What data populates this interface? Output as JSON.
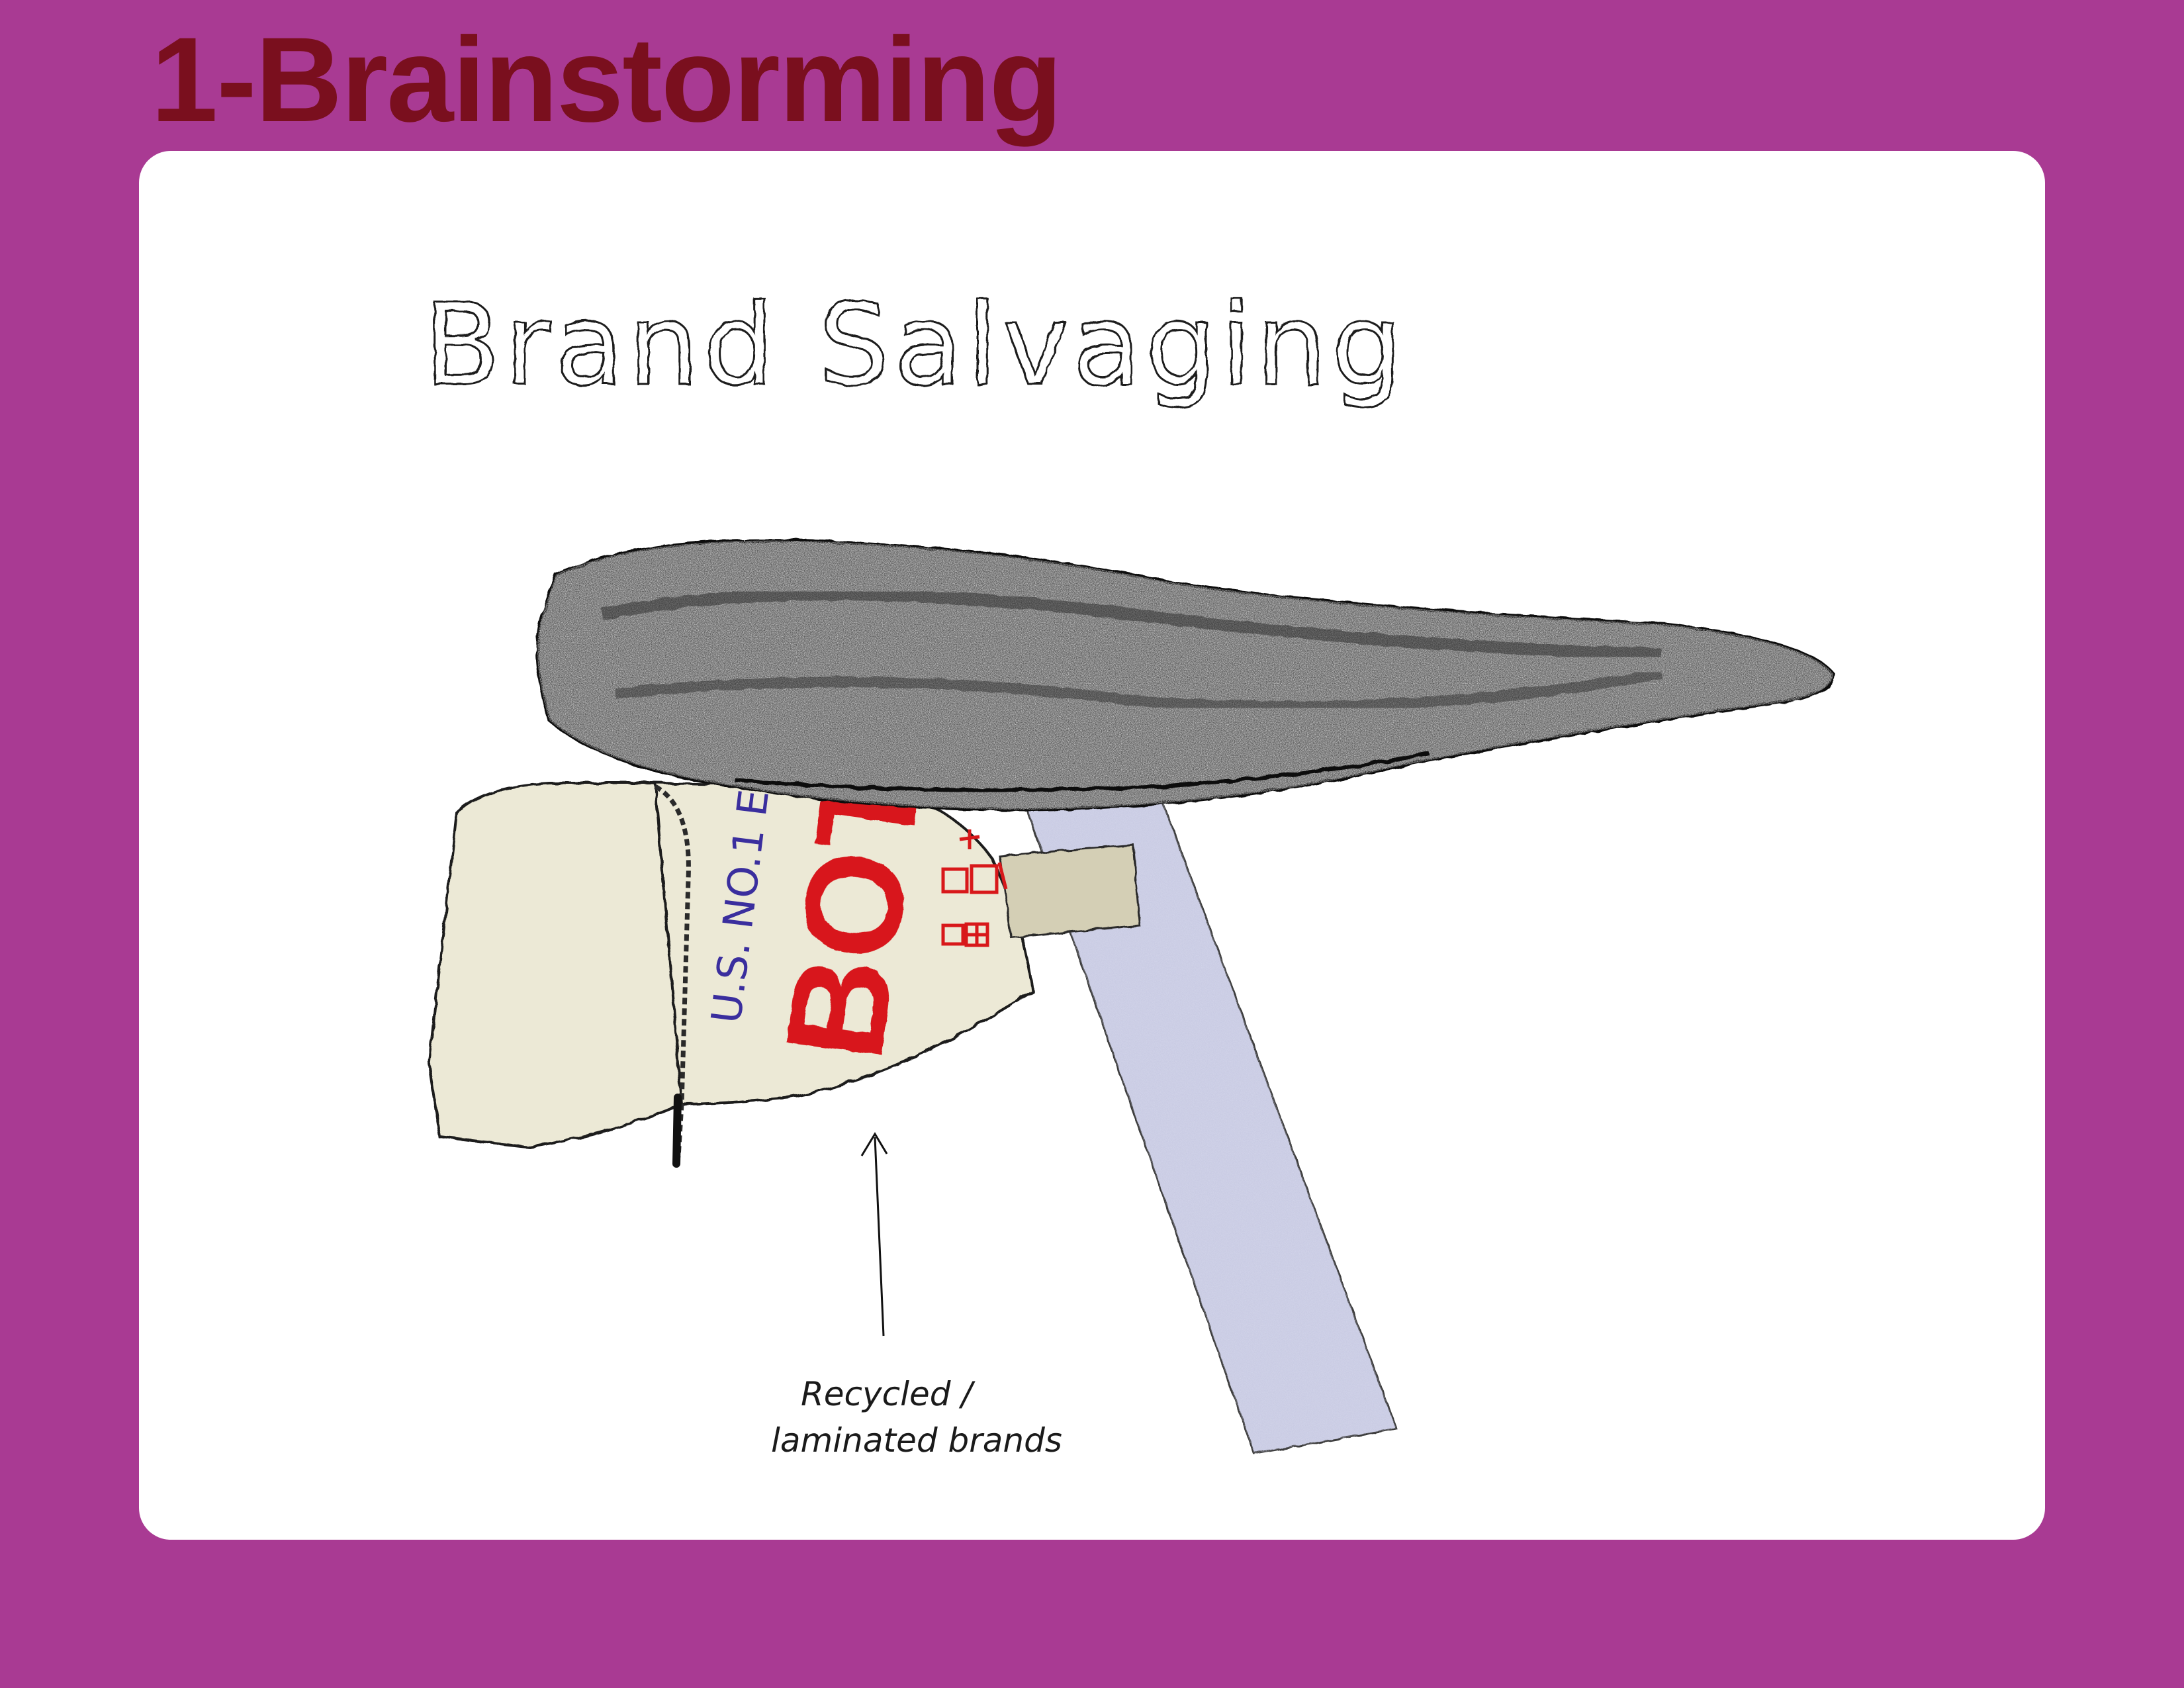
{
  "slide": {
    "title": "1-Brainstorming",
    "background_color": "#a93a93",
    "title_color": "#7a0f1e"
  },
  "sketch": {
    "heading": "Brand Salvaging",
    "bag_text_small": "U.S. NO.1 EX",
    "bag_text_large": "BOT",
    "annotation_line1": "Recycled /",
    "annotation_line2": "laminated brands",
    "colors": {
      "saddle": "#5a5a5a",
      "bag": "#ece9d6",
      "strap": "#d4cfb5",
      "seatpost": "#c9cbe3",
      "brand_red": "#d8181a",
      "brand_blue": "#3a2e9e"
    },
    "icons": [
      "saddle-drawing",
      "saddle-bag-drawing",
      "seatpost-drawing",
      "arrow-up-icon"
    ]
  }
}
